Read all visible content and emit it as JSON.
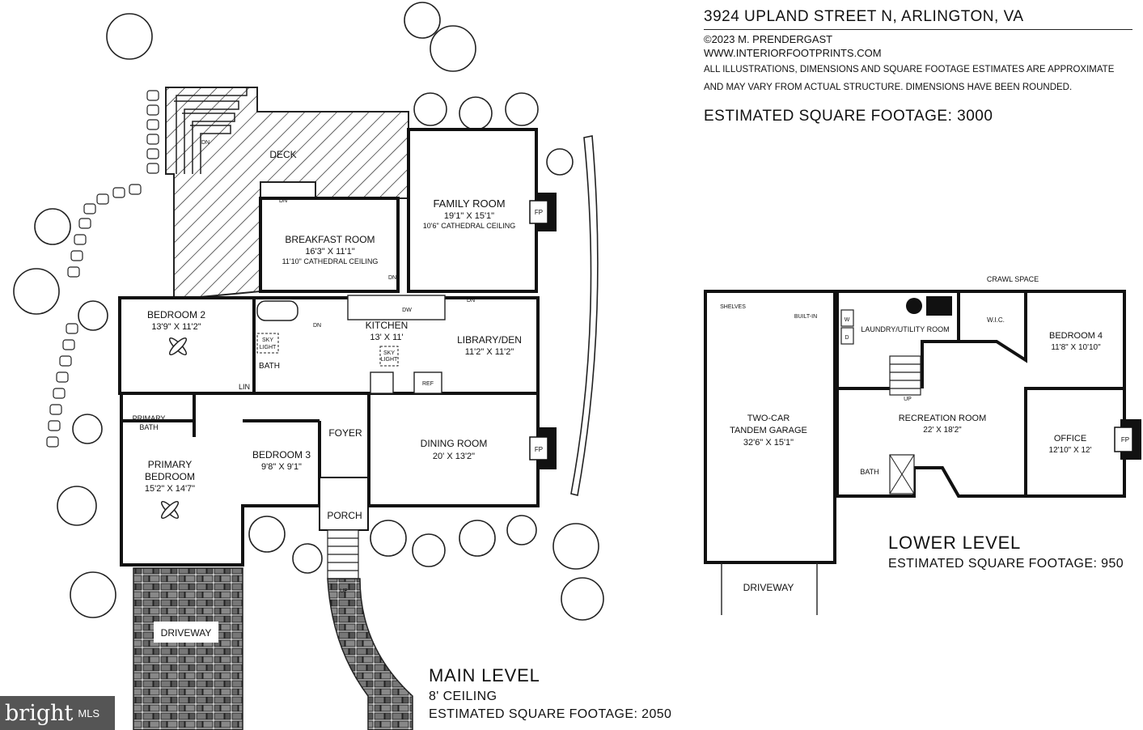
{
  "header": {
    "address": "3924 UPLAND STREET N, ARLINGTON, VA",
    "copyright": "©2023 M. PRENDERGAST",
    "website": "WWW.INTERIORFOOTPRINTS.COM",
    "disclaimer_1": "ALL ILLUSTRATIONS, DIMENSIONS AND SQUARE FOOTAGE ESTIMATES ARE APPROXIMATE",
    "disclaimer_2": "AND MAY VARY FROM ACTUAL STRUCTURE. DIMENSIONS HAVE BEEN ROUNDED.",
    "total_sqft": "ESTIMATED SQUARE FOOTAGE: 3000"
  },
  "main_level": {
    "title": "MAIN LEVEL",
    "ceiling": "8' CEILING",
    "sqft": "ESTIMATED SQUARE FOOTAGE: 2050",
    "rooms": {
      "deck": "DECK",
      "family_room": "FAMILY ROOM",
      "family_room_dim": "19'1\" X 15'1\"",
      "family_room_note": "10'6\" CATHEDRAL CEILING",
      "breakfast_room": "BREAKFAST ROOM",
      "breakfast_room_dim": "16'3\" X 11'1\"",
      "breakfast_room_note": "11'10\" CATHEDRAL CEILING",
      "bedroom2": "BEDROOM 2",
      "bedroom2_dim": "13'9\" X 11'2\"",
      "kitchen": "KITCHEN",
      "kitchen_dim": "13' X 11'",
      "library": "LIBRARY/DEN",
      "library_dim": "11'2\" X 11'2\"",
      "bath": "BATH",
      "lin": "LIN",
      "primary_bath_1": "PRIMARY",
      "primary_bath_2": "BATH",
      "primary_bedroom_1": "PRIMARY",
      "primary_bedroom_2": "BEDROOM",
      "primary_bedroom_dim": "15'2\" X 14'7\"",
      "bedroom3": "BEDROOM 3",
      "bedroom3_dim": "9'8\" X 9'1\"",
      "foyer": "FOYER",
      "dining_room": "DINING ROOM",
      "dining_room_dim": "20' X 13'2\"",
      "porch": "PORCH",
      "driveway": "DRIVEWAY",
      "sky": "SKY",
      "light": "LIGHT",
      "dn": "DN",
      "up": "UP",
      "dw": "DW",
      "ref": "REF",
      "fp": "FP"
    }
  },
  "lower_level": {
    "title": "LOWER LEVEL",
    "sqft": "ESTIMATED SQUARE FOOTAGE: 950",
    "rooms": {
      "crawl_space": "CRAWL SPACE",
      "shelves": "SHELVES",
      "built_in": "BUILT-IN",
      "garage_1": "TWO-CAR",
      "garage_2": "TANDEM GARAGE",
      "garage_dim": "32'6\" X 15'1\"",
      "laundry": "LAUNDRY/UTILITY ROOM",
      "wic": "W.I.C.",
      "bedroom4": "BEDROOM 4",
      "bedroom4_dim": "11'8\" X 10'10\"",
      "recreation": "RECREATION ROOM",
      "recreation_dim": "22' X 18'2\"",
      "office": "OFFICE",
      "office_dim": "12'10\" X 12'",
      "bath": "BATH",
      "driveway": "DRIVEWAY",
      "w": "W",
      "d": "D",
      "up": "UP",
      "fp": "FP"
    }
  },
  "watermark": {
    "brand": "bright",
    "suffix": "MLS"
  }
}
